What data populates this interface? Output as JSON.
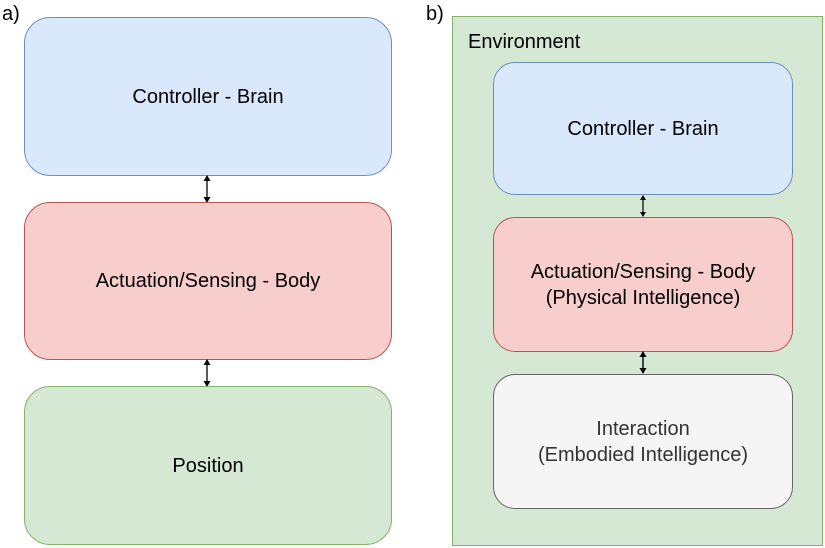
{
  "panel_a": {
    "letter": "a)",
    "controller": "Controller  - Brain",
    "body": "Actuation/Sensing  - Body",
    "position": "Position"
  },
  "panel_b": {
    "letter": "b)",
    "environment": "Environment",
    "controller": "Controller  - Brain",
    "body_line1": "Actuation/Sensing  - Body",
    "body_line2": "(Physical Intelligence)",
    "interaction_line1": "Interaction",
    "interaction_line2": "(Embodied Intelligence)"
  },
  "colors": {
    "blue_fill": "#dae8fc",
    "blue_stroke": "#6c8ebf",
    "red_fill": "#f8cecc",
    "red_stroke": "#b85450",
    "green_fill": "#d5e8d4",
    "green_stroke": "#82b366",
    "grey_fill": "#f5f5f5",
    "grey_stroke": "#666666"
  }
}
